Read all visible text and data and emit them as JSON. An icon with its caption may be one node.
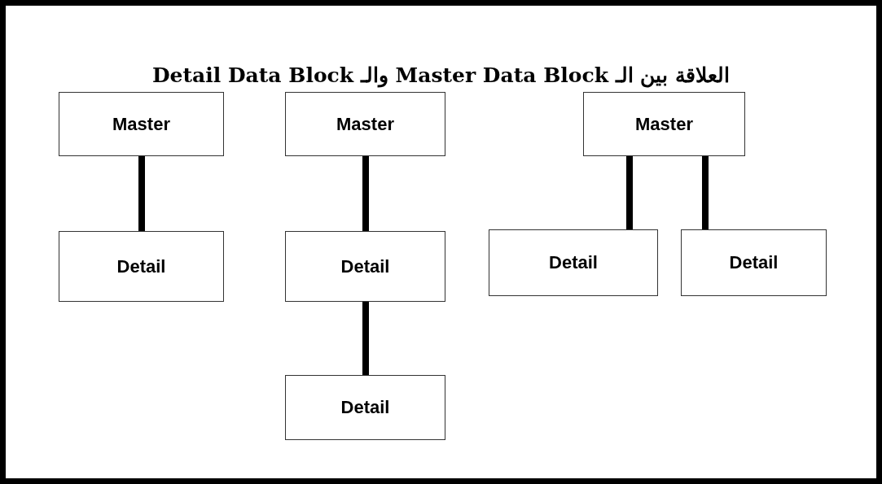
{
  "diagram": {
    "title": "العلاقة بين الـ Master Data Block والـ Detail Data Block",
    "nodes": [
      {
        "text": [
          "Master"
        ]
      },
      {
        "text": [
          "Detail"
        ]
      },
      {
        "text": [
          "Master"
        ]
      },
      {
        "text": [
          "Detail"
        ]
      },
      {
        "text": [
          "Detail"
        ]
      },
      {
        "text": [
          "Master"
        ]
      },
      {
        "text": [
          "Detail"
        ]
      },
      {
        "text": [
          "Detail"
        ]
      }
    ],
    "edges": [
      {
        "from": 0,
        "to": 1,
        "arrow": "none"
      },
      {
        "from": 2,
        "to": 3,
        "arrow": "none"
      },
      {
        "from": 3,
        "to": 4,
        "arrow": "none"
      },
      {
        "from": 5,
        "to": 6,
        "arrow": "none"
      },
      {
        "from": 5,
        "to": 7,
        "arrow": "none"
      }
    ]
  }
}
